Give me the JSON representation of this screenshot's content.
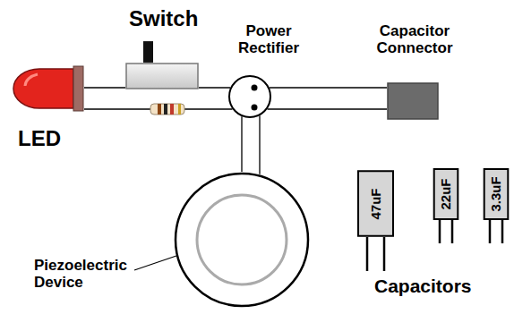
{
  "diagram": {
    "nodes": [
      {
        "text": [
          "LED"
        ]
      },
      {
        "text": [
          "Switch"
        ]
      },
      {
        "text": [
          "Power Rectifier"
        ]
      },
      {
        "text": [
          "Capacitor Connector"
        ]
      },
      {
        "text": [
          "Piezoelectric Device"
        ]
      },
      {
        "text": [
          "47uF"
        ]
      },
      {
        "text": [
          "22uF"
        ]
      },
      {
        "text": [
          "3.3uF"
        ]
      }
    ],
    "edges": [
      {
        "from": 0,
        "to": 1,
        "arrow": "none"
      },
      {
        "from": 1,
        "to": 2,
        "arrow": "none"
      },
      {
        "from": 0,
        "to": 2,
        "arrow": "none"
      },
      {
        "from": 2,
        "to": 3,
        "arrow": "none"
      },
      {
        "from": 2,
        "to": 3,
        "arrow": "none"
      },
      {
        "from": 2,
        "to": 4,
        "arrow": "none"
      },
      {
        "from": 2,
        "to": 4,
        "arrow": "none"
      }
    ],
    "labels": [
      "Capacitors"
    ]
  }
}
